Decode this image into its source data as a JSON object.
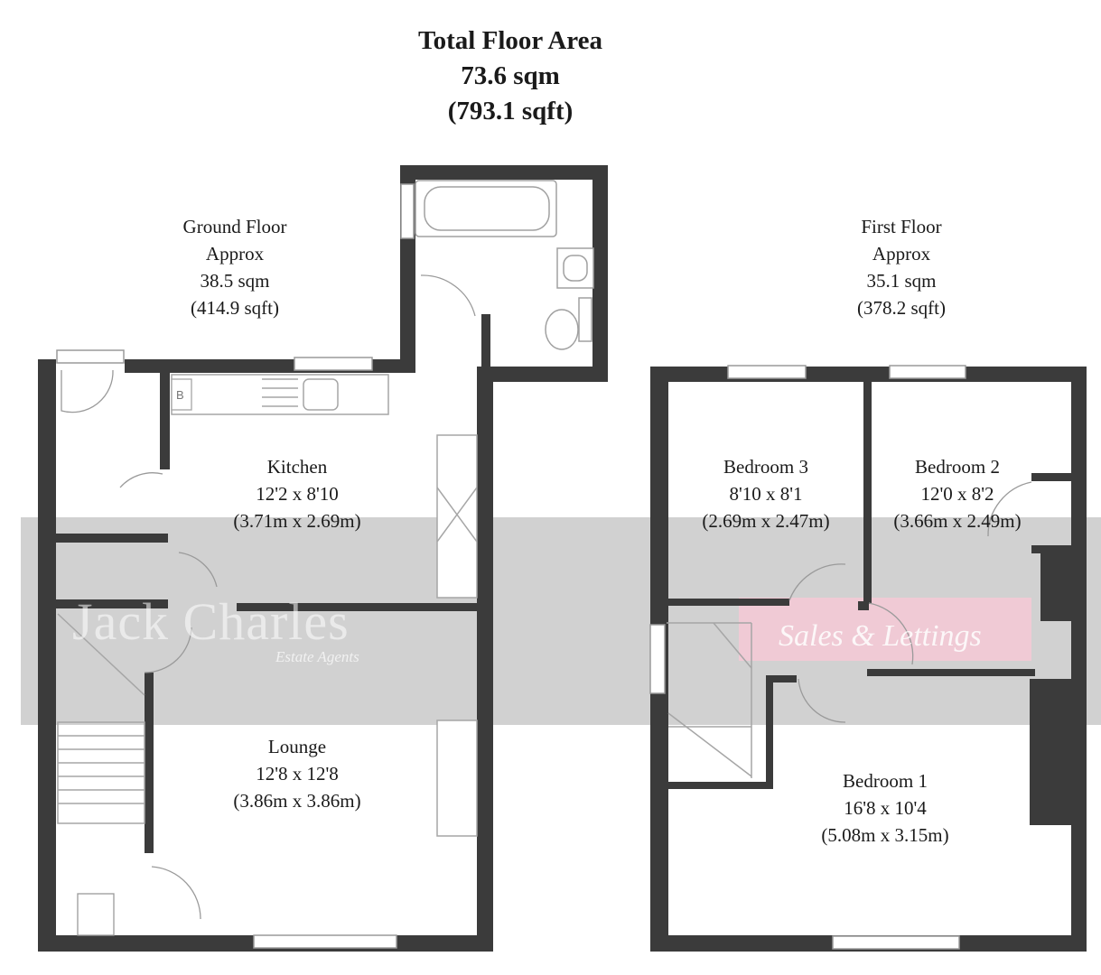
{
  "title": {
    "line1": "Total Floor Area",
    "line2": "73.6 sqm",
    "line3": "(793.1 sqft)"
  },
  "floors": {
    "ground": {
      "name": "Ground Floor",
      "approx": "Approx",
      "sqm": "38.5 sqm",
      "sqft": "(414.9 sqft)"
    },
    "first": {
      "name": "First Floor",
      "approx": "Approx",
      "sqm": "35.1 sqm",
      "sqft": "(378.2 sqft)"
    }
  },
  "rooms": {
    "kitchen": {
      "name": "Kitchen",
      "imperial": "12'2 x 8'10",
      "metric": "(3.71m x 2.69m)"
    },
    "lounge": {
      "name": "Lounge",
      "imperial": "12'8 x 12'8",
      "metric": "(3.86m x 3.86m)"
    },
    "bedroom3": {
      "name": "Bedroom 3",
      "imperial": "8'10 x 8'1",
      "metric": "(2.69m x 2.47m)"
    },
    "bedroom2": {
      "name": "Bedroom 2",
      "imperial": "12'0 x 8'2",
      "metric": "(3.66m x 2.49m)"
    },
    "bedroom1": {
      "name": "Bedroom 1",
      "imperial": "16'8 x 10'4",
      "metric": "(5.08m x 3.15m)"
    }
  },
  "fixtures": {
    "boiler_label": "B"
  },
  "watermark": {
    "agent": "Jack Charles",
    "agent_sub": "Estate Agents",
    "tagline": "Sales & Lettings"
  },
  "colors": {
    "wall": "#3c3c3c",
    "band": "#c8c8c8",
    "pink": "#f2c6d2"
  }
}
